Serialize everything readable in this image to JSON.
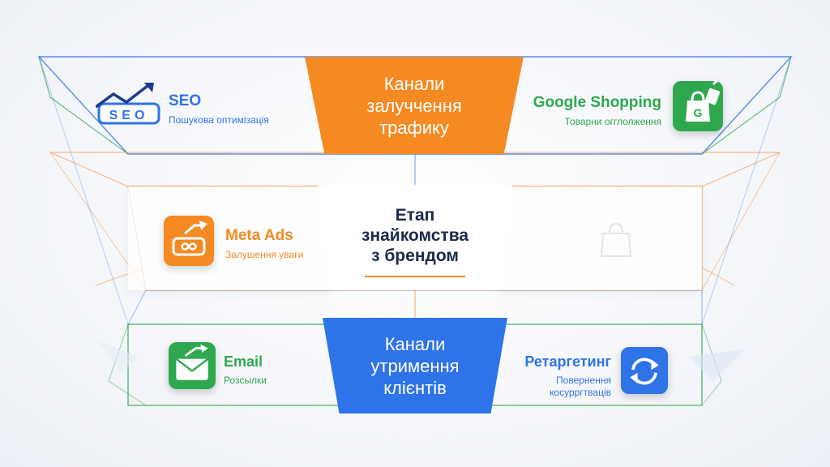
{
  "colors": {
    "orange": "#f58a23",
    "blue": "#2f73e8",
    "green": "#2ea84f",
    "navy": "#1b2a4a",
    "white_panel": "#ffffff"
  },
  "stages": {
    "top": "Канали\nзалуччення\nтрафику",
    "middle": "Етап\nзнайкомства\nз брендом",
    "bottom": "Канали\nутримення\nклієнтів"
  },
  "channels": {
    "seo": {
      "icon_text": "SEO",
      "title": "SEO",
      "subtitle": "Пошукова оптимізація",
      "icon": "seo-chart-icon"
    },
    "google_shopping": {
      "icon_text": "G",
      "title": "Google Shopping",
      "subtitle": "Товарни огглолження",
      "icon": "shopping-bag-icon"
    },
    "meta_ads": {
      "title": "Meta Ads",
      "subtitle": "Залушення уваги",
      "icon": "meta-growth-icon"
    },
    "email": {
      "title": "Email",
      "subtitle": "Розсылки",
      "icon": "envelope-icon"
    },
    "retargeting": {
      "title": "Ретаргетинг",
      "subtitle": "Повернення\nкосурргтваців",
      "icon": "refresh-icon"
    }
  }
}
